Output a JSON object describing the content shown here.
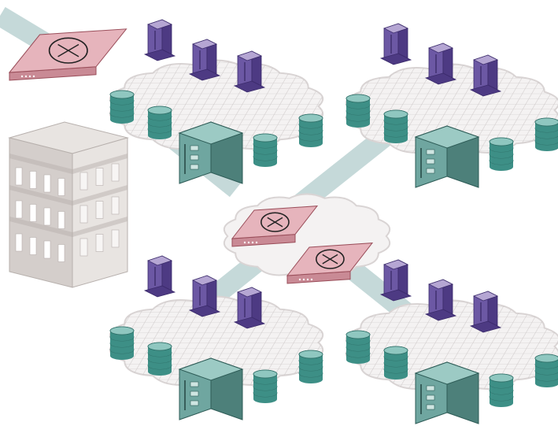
{
  "colors": {
    "background": "#ffffff",
    "link": "#c5d9d9",
    "cloud_fill": "#f4f2f2",
    "cloud_edge": "#d9d4d4",
    "grid": "#c9c4c4",
    "router_top": "#e6b4bc",
    "router_side": "#c98a95",
    "router_edge": "#9a4e5a",
    "server_top": "#b5a6d3",
    "server_front": "#6c58a4",
    "server_side": "#4d3a83",
    "disk_top": "#8fc7c0",
    "disk_body": "#3d8f86",
    "disk_band": "#a7d6cf",
    "storage_front": "#6fa6a0",
    "storage_side": "#4d807a",
    "storage_top": "#9ccac4",
    "building_light": "#e8e4e1",
    "building_mid": "#d4cecb",
    "building_dark": "#b7b0ad"
  },
  "diagram": {
    "description_nodes": [
      {
        "kind": "router",
        "icon": "router-icon"
      },
      {
        "kind": "building",
        "icon": "office-building-icon"
      },
      {
        "kind": "lan-cloud",
        "icon": "lan-cloud-icon"
      },
      {
        "kind": "wan-cloud",
        "icon": "wan-cloud-icon"
      },
      {
        "kind": "server",
        "icon": "tower-server-icon"
      },
      {
        "kind": "disk",
        "icon": "disk-stack-icon"
      },
      {
        "kind": "storage",
        "icon": "storage-array-icon"
      }
    ]
  }
}
